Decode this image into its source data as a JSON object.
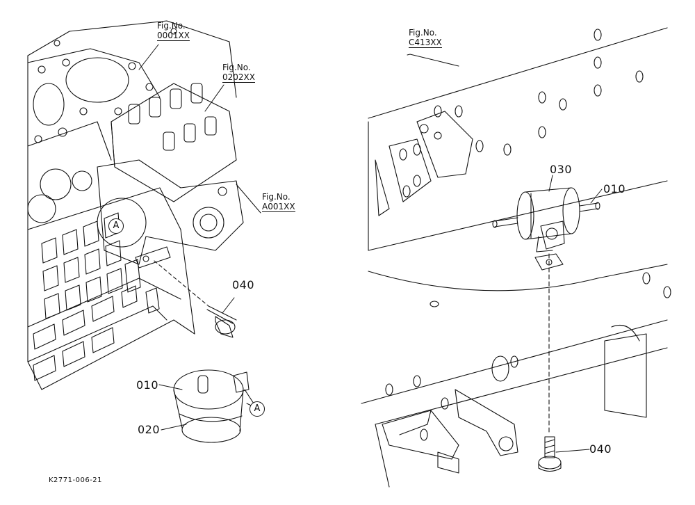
{
  "figure_refs": [
    {
      "prefix": "Fig.No.",
      "number": "0001XX"
    },
    {
      "prefix": "Fig.No.",
      "number": "0202XX"
    },
    {
      "prefix": "Fig.No.",
      "number": "A001XX"
    },
    {
      "prefix": "Fig.No.",
      "number": "C413XX"
    }
  ],
  "part_labels": {
    "left_bolt": "040",
    "left_solenoid_top": "010",
    "left_solenoid_bottom": "020",
    "right_filter": "030",
    "right_nipple": "010",
    "right_bolt": "040"
  },
  "markers": {
    "connector_on_pump": "A",
    "connector_on_solenoid": "A"
  },
  "drawing_code": "K2771-006-21"
}
